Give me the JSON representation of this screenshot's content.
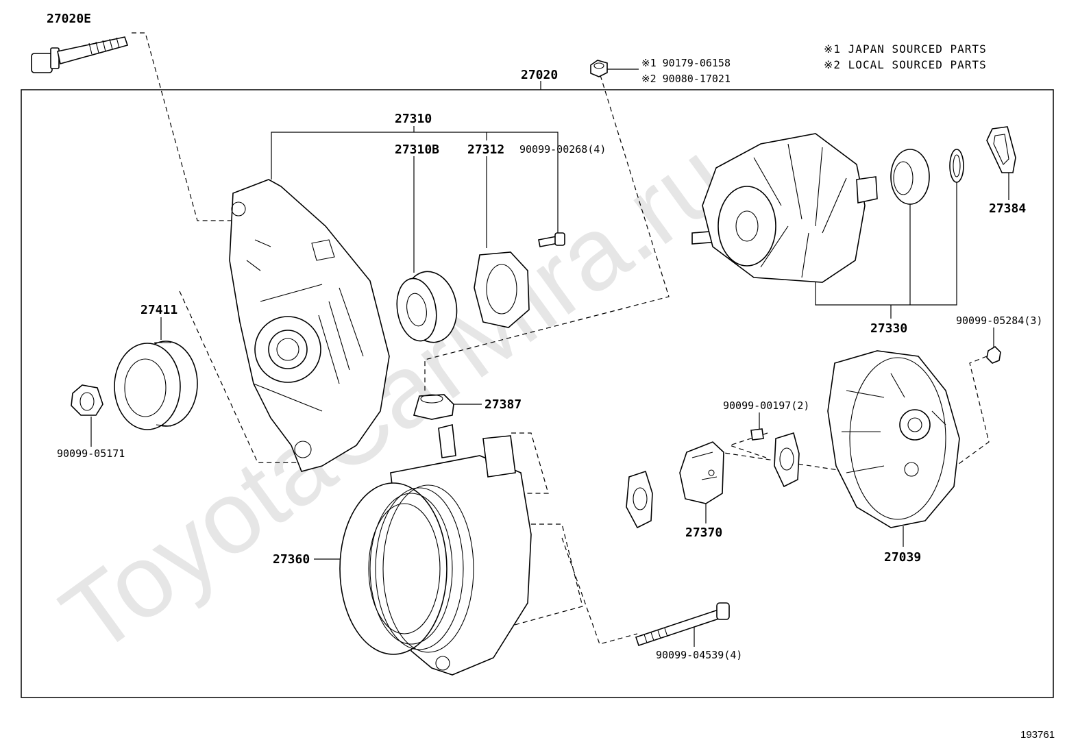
{
  "diagram": {
    "watermark": "ToyotaCarMira.ru",
    "figure_number": "193761",
    "notes": [
      "※1 JAPAN SOURCED PARTS",
      "※2 LOCAL SOURCED PARTS"
    ],
    "alt_part_numbers": [
      "※1 90179-06158",
      "※2 90080-17021"
    ],
    "parts": {
      "p27020E": "27020E",
      "p27020": "27020",
      "p27310": "27310",
      "p27310B": "27310B",
      "p27312": "27312",
      "p90099_00268": "90099-00268(4)",
      "p27384": "27384",
      "p27330": "27330",
      "p27411": "27411",
      "p90099_05171": "90099-05171",
      "p27387": "27387",
      "p90099_00197": "90099-00197(2)",
      "p90099_05284": "90099-05284(3)",
      "p27370": "27370",
      "p27039": "27039",
      "p27360": "27360",
      "p90099_04539": "90099-04539(4)"
    }
  }
}
